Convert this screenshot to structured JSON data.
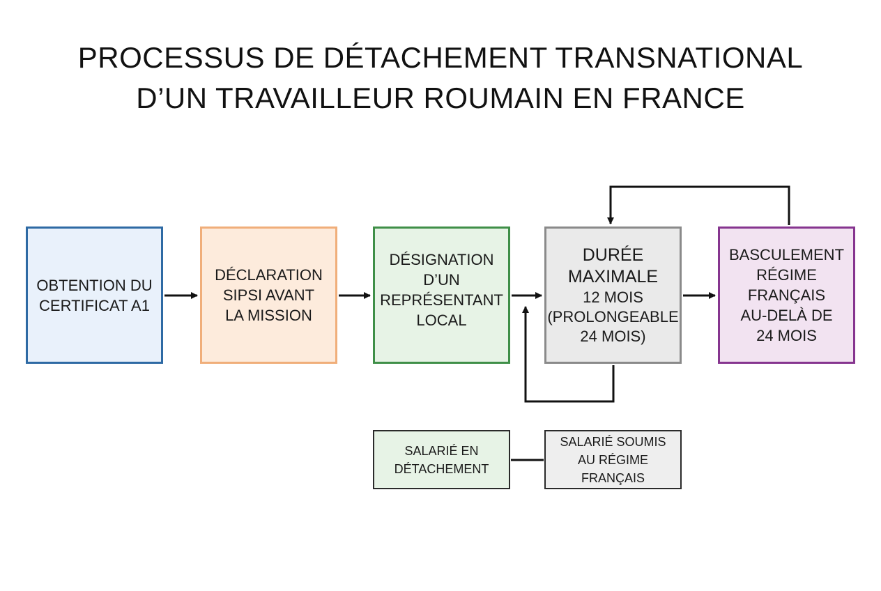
{
  "title": {
    "line1": "PROCESSUS DE DÉTACHEMENT TRANSNATIONAL",
    "line2": "D’UN TRAVAILLEUR ROUMAIN EN FRANCE"
  },
  "steps": {
    "a1": "OBTENTION DU\nCERTIFICAT A1",
    "sipsi": "DÉCLARATION\nSIPSI AVANT\nLA MISSION",
    "representant": "DÉSIGNATION\nD’UN\nREPRÉSENTANT\nLOCAL",
    "duree": {
      "line1": "DURÉE",
      "line2": "MAXIMALE",
      "detail": "12 MOIS\n(PROLONGEABLE\n24 MOIS)"
    },
    "basculement": "BASCULEMENT\nRÉGIME\nFRANÇAIS\nAU-DELÀ DE\n24 MOIS"
  },
  "legend": {
    "detachement": "SALARIÉ EN\nDÉTACHEMENT",
    "regime_francais": "SALARIÉ SOUMIS\nAU RÉGIME FRANÇAIS"
  },
  "colors": {
    "a1_border": "#2e6aa4",
    "a1_fill": "#e9f1fb",
    "sipsi_border": "#f0ae7a",
    "sipsi_fill": "#fdebdc",
    "representant_border": "#3f8f48",
    "representant_fill": "#e7f3e6",
    "duree_border": "#8a8a8a",
    "duree_fill": "#eaeaea",
    "basculement_border": "#86358f",
    "basculement_fill": "#f2e3f1",
    "connector": "#111111"
  }
}
